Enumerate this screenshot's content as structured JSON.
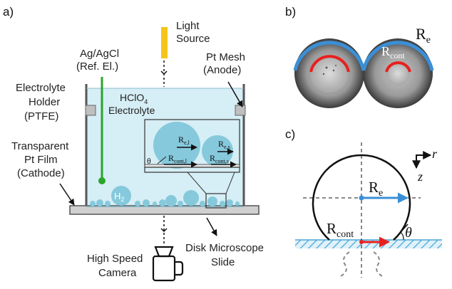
{
  "panels": {
    "a": "a)",
    "b": "b)",
    "c": "c)"
  },
  "a": {
    "light_source": [
      "Light",
      "Source"
    ],
    "ref_electrode": [
      "Ag/AgCl",
      "(Ref. El.)"
    ],
    "pt_mesh": [
      "Pt Mesh",
      "(Anode)"
    ],
    "electrolyte_holder": [
      "Electrolyte",
      "Holder",
      "(PTFE)"
    ],
    "electrolyte": {
      "formula": "HClO",
      "subscript": "4",
      "word": "Electrolyte"
    },
    "cathode": [
      "Transparent",
      "Pt Film",
      "(Cathode)"
    ],
    "h2": {
      "main": "H",
      "sub": "2"
    },
    "camera": [
      "High Speed",
      "Camera"
    ],
    "slide": [
      "Disk Microscope",
      "Slide"
    ],
    "inset": {
      "theta": "θ",
      "re_l": {
        "main": "R",
        "sub": "e,l"
      },
      "re_s": {
        "main": "R",
        "sub": "e,s"
      },
      "rcont_l": {
        "main": "R",
        "sub": "cont,l"
      },
      "rcont_s": {
        "main": "R",
        "sub": "cont,s"
      }
    }
  },
  "b": {
    "re": {
      "main": "R",
      "sub": "e"
    },
    "rcont": {
      "main": "R",
      "sub": "cont"
    }
  },
  "c": {
    "r_axis": "r",
    "z_axis": "z",
    "re": {
      "main": "R",
      "sub": "e"
    },
    "rcont": {
      "main": "R",
      "sub": "cont"
    },
    "theta": "θ"
  },
  "colors": {
    "electrolyte": "#d6eef5",
    "bubble": "#86c9dc",
    "light": "#f5c518",
    "ref_electrode": "#2aa52a",
    "re_arrow": "#3b8fd6",
    "rcont_arrow": "#e8201f",
    "hatch": "#4aa6d6"
  }
}
